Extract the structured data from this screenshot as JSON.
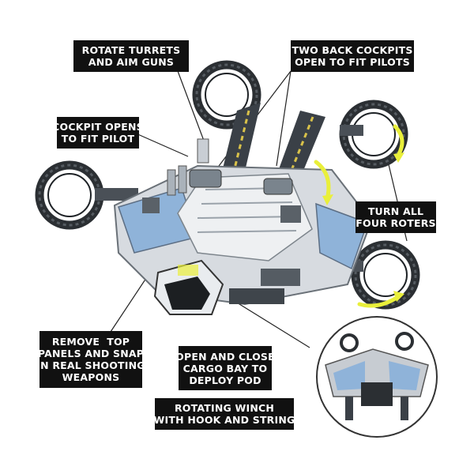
{
  "colors": {
    "label_bg": "#111111",
    "label_text": "#ffffff",
    "rotor_dark": "#2b2f33",
    "hull_light": "#e4e7ea",
    "hull_mid": "#b9c0c7",
    "accent_blue": "#8fb3d9",
    "accent_yellow": "#e9ef3a",
    "stripe_yellow": "#d9c24a"
  },
  "callouts": {
    "rotate_turrets": [
      "ROTATE TURRETS",
      "AND AIM GUNS"
    ],
    "back_cockpits": [
      "TWO BACK COCKPITS",
      "OPEN TO FIT PILOTS"
    ],
    "cockpit_opens": [
      "COCKPIT OPENS",
      "TO FIT PILOT"
    ],
    "turn_rotors": [
      "TURN ALL",
      "FOUR ROTERS"
    ],
    "remove_panels": [
      "REMOVE  TOP",
      "PANELS AND SNAP",
      "IN REAL SHOOTING",
      "WEAPONS"
    ],
    "cargo_bay": [
      "OPEN AND CLOSE",
      "CARGO BAY TO",
      "DEPLOY POD"
    ],
    "winch": [
      "ROTATING WINCH",
      "WITH HOOK AND STRING"
    ]
  }
}
